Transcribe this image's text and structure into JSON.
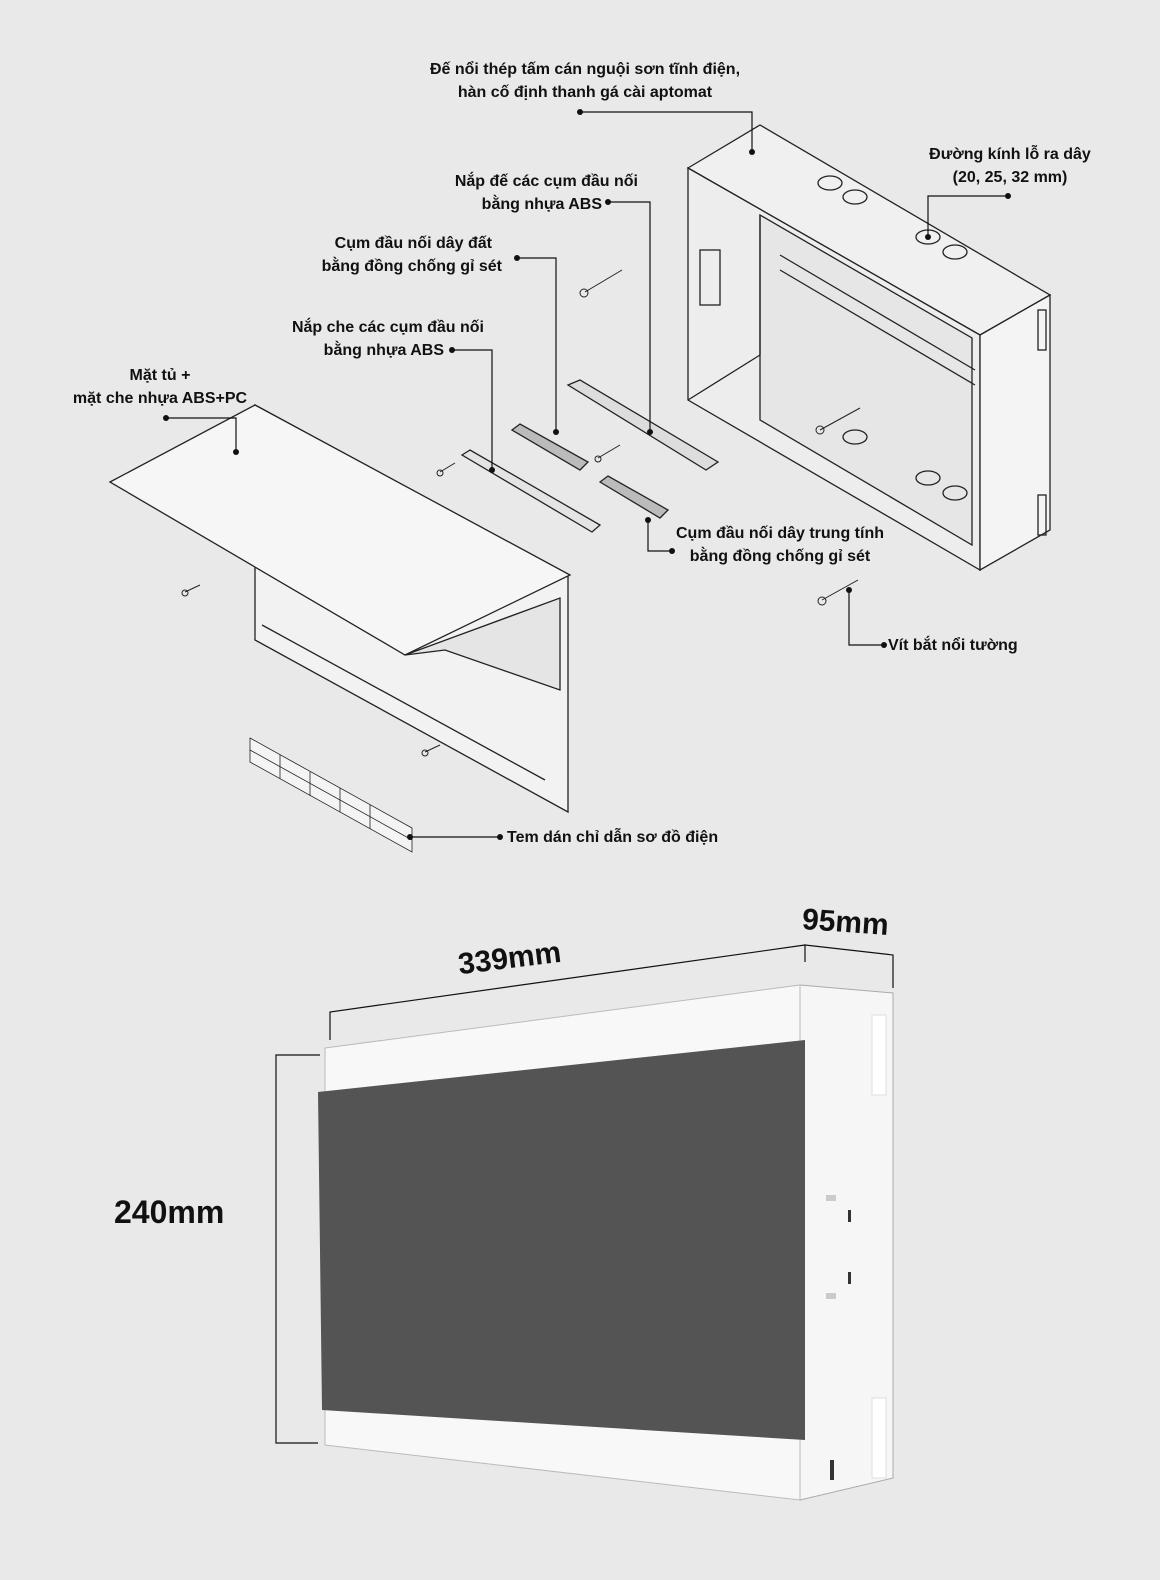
{
  "labels": {
    "steel_base": [
      "Đế nổi thép tấm cán nguội sơn tĩnh điện,",
      "hàn cố định thanh gá cài aptomat"
    ],
    "hole_diameter": [
      "Đường kính lỗ ra dây",
      "(20, 25, 32 mm)"
    ],
    "terminal_base_cover": [
      "Nắp đế các cụm đầu nối",
      "bằng nhựa ABS"
    ],
    "earth_terminal": [
      "Cụm đầu nối dây đất",
      "bằng đồng chống gỉ sét"
    ],
    "terminal_cover": [
      "Nắp che các cụm đầu nối",
      "bằng nhựa ABS"
    ],
    "front_panel": [
      "Mặt tủ +",
      "mặt che nhựa ABS+PC"
    ],
    "neutral_terminal": [
      "Cụm đầu nối dây trung tính",
      "bằng đồng chống gỉ sét"
    ],
    "wall_screw": "Vít bắt nổi tường",
    "diagram_sticker": "Tem dán chỉ dẫn sơ đồ điện"
  },
  "dimensions": {
    "width": "339mm",
    "depth": "95mm",
    "height": "240mm"
  },
  "colors": {
    "background": "#e9e9e9",
    "cover": "#555555",
    "frame": "#f7f7f7"
  }
}
